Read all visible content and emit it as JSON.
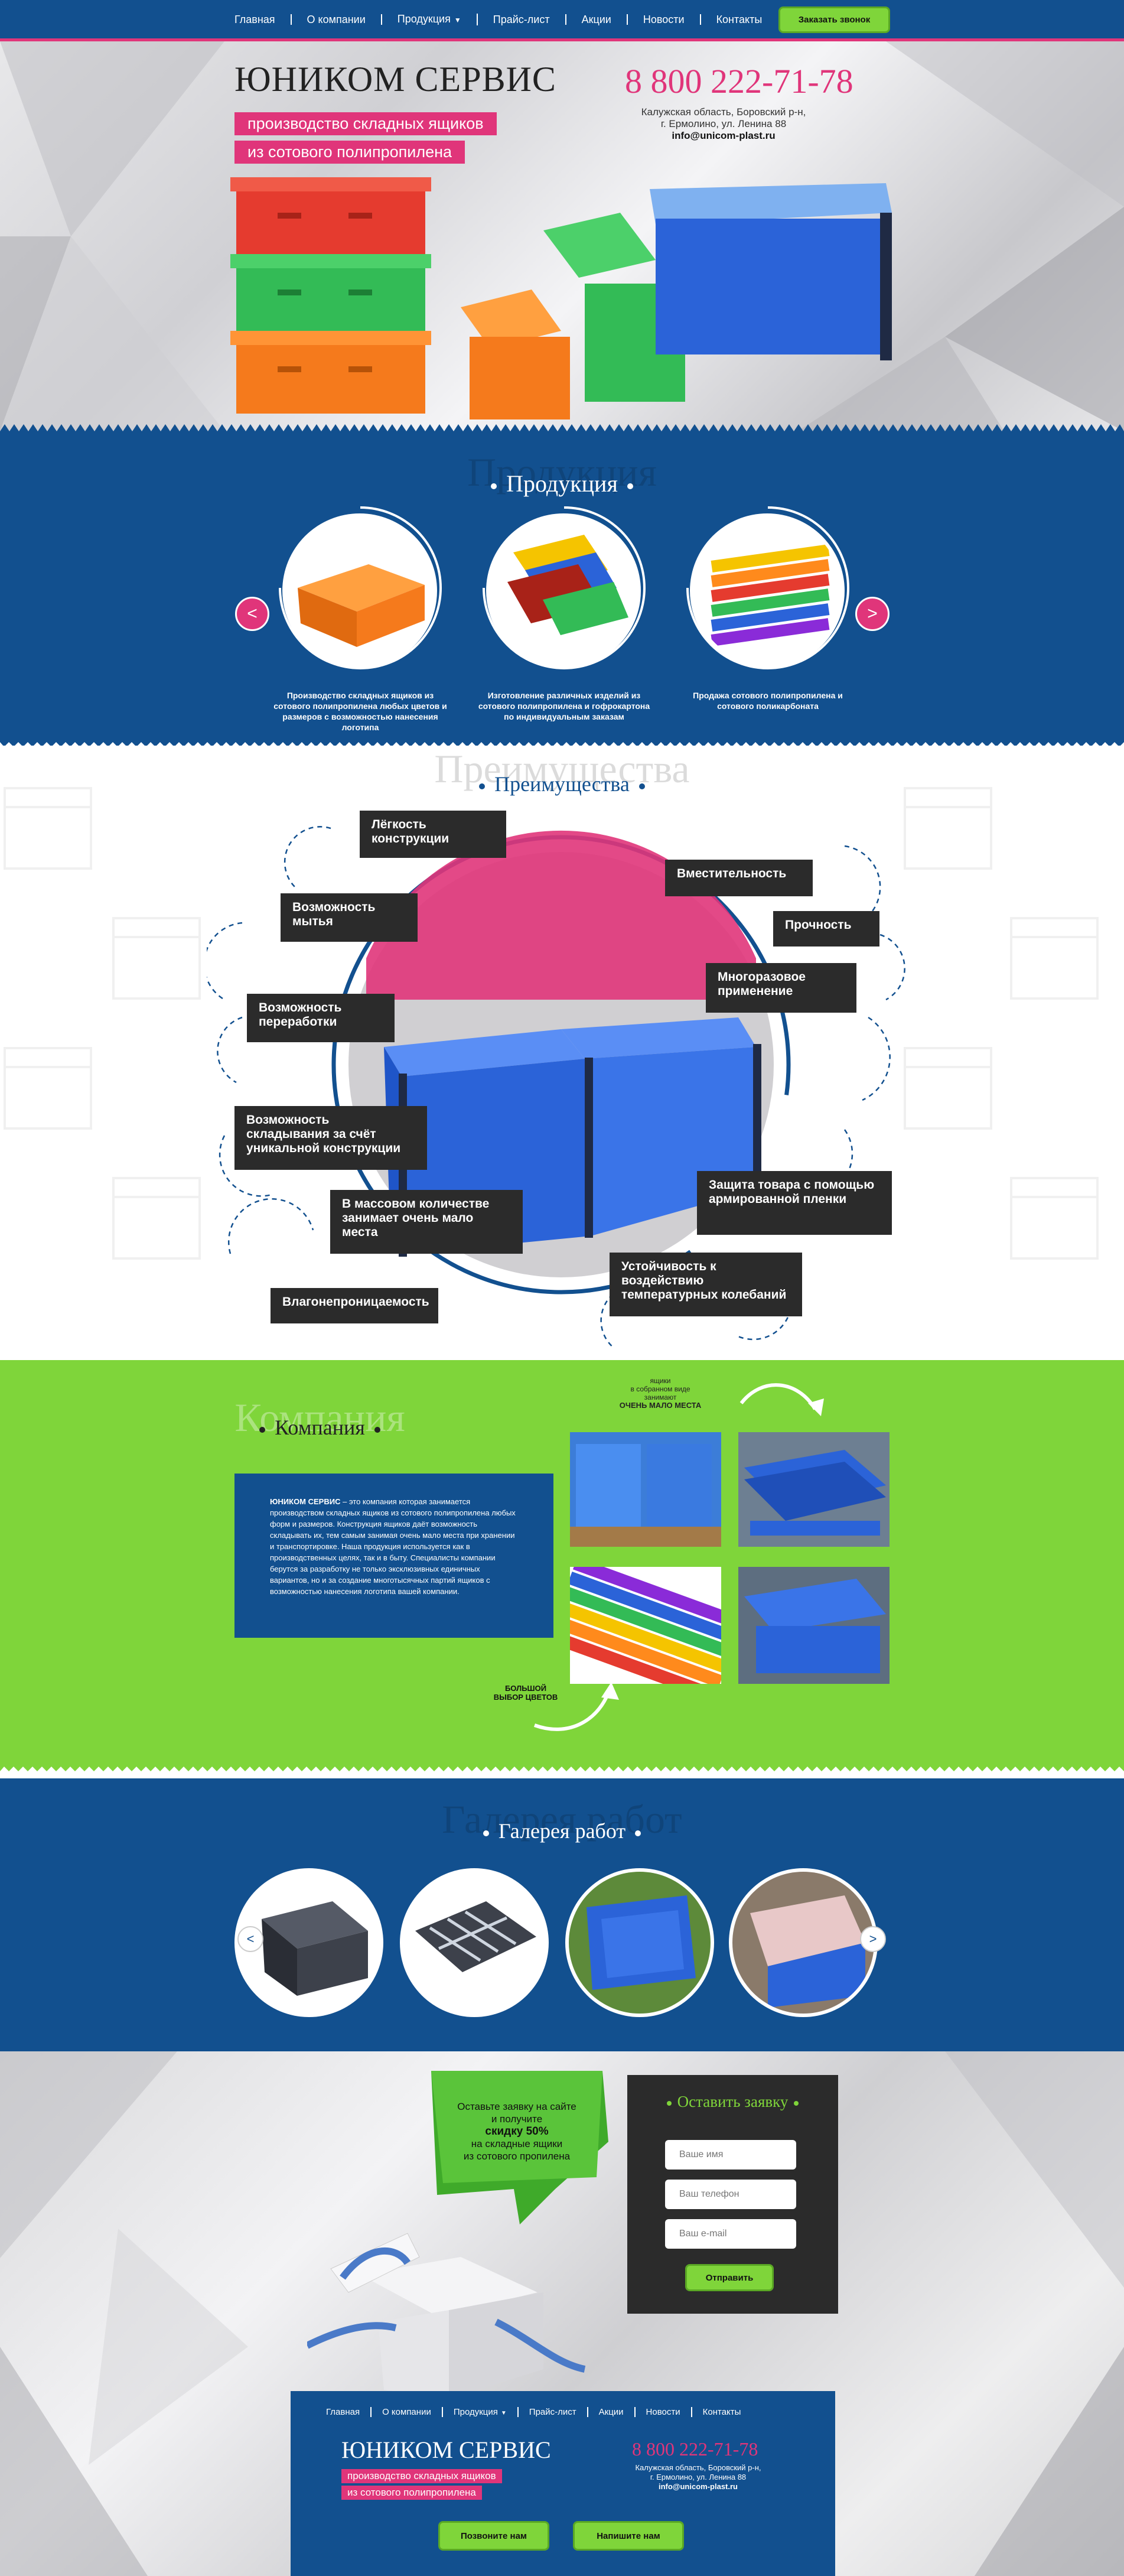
{
  "nav": {
    "items": [
      "Главная",
      "О компании",
      "Продукция",
      "Прайс-лист",
      "Акции",
      "Новости",
      "Контакты"
    ],
    "callback_label": "Заказать звонок"
  },
  "brand": {
    "name": "ЮНИКОМ СЕРВИС",
    "tagline_1": "производство складных ящиков",
    "tagline_2": "из сотового полипропилена",
    "phone": "8 800 222-71-78",
    "address_1": "Калужская область, Боровский р-н,",
    "address_2": "г. Ермолино, ул. Ленина 88",
    "email": "info@unicom-plast.ru"
  },
  "products": {
    "title": "Продукция",
    "prev": "<",
    "next": ">",
    "captions": [
      "Производство складных ящиков из сотового полипропилена любых цветов и размеров с возможностью нанесения логотипа",
      "Изготовление различных изделий из сотового полипропилена и гофрокартона по индивидуальным заказам",
      "Продажа сотового полипропилена и сотового поликарбоната"
    ]
  },
  "advantages": {
    "title": "Преимущества",
    "items": [
      "Лёгкость конструкции",
      "Возможность мытья",
      "Возможность переработки",
      "Возможность складывания за счёт уникальной конструкции",
      "В массовом количестве занимает очень мало места",
      "Влагонепроницаемость",
      "Вместительность",
      "Прочность",
      "Многоразовое применение",
      "Защита товара с помощью армированной пленки",
      "Устойчивость к воздействию температурных колебаний"
    ]
  },
  "company": {
    "title": "Компания",
    "brand_em": "ЮНИКОМ СЕРВИС",
    "text": " – это компания которая занимается производством складных ящиков из сотового полипропилена любых форм и размеров. Конструкция ящиков даёт возможность складывать их, тем самым занимая очень мало места при хранении и транспортировке. Наша продукция используется как в производственных целях, так и в быту. Специалисты компании берутся за разработку не только эксклюзивных единичных вариантов, но и за создание многотысячных партий ящиков с возможностью нанесения логотипа вашей компании.",
    "note_top_1": "ящики",
    "note_top_2": "в собранном виде",
    "note_top_3": "занимают",
    "note_top_4": "ОЧЕНЬ МАЛО МЕСТА",
    "note_bottom_1": "БОЛЬШОЙ",
    "note_bottom_2": "ВЫБОР ЦВЕТОВ"
  },
  "gallery": {
    "title": "Галерея работ",
    "prev": "<",
    "next": ">"
  },
  "promo": {
    "line1": "Оставьте заявку на сайте",
    "line2": "и получите",
    "line3": "скидку 50%",
    "line4": "на складные ящики",
    "line5": "из сотового пропилена"
  },
  "form": {
    "title": "Оставить заявку",
    "name_placeholder": "Ваше имя",
    "phone_placeholder": "Ваш телефон",
    "email_placeholder": "Ваш e-mail",
    "submit": "Отправить"
  },
  "footer": {
    "call_label": "Позвоните нам",
    "write_label": "Напишите нам"
  },
  "colors": {
    "primary_blue": "#12508f",
    "accent_pink": "#e0357a",
    "accent_green": "#7fd53a",
    "dark": "#2b2b2b"
  }
}
